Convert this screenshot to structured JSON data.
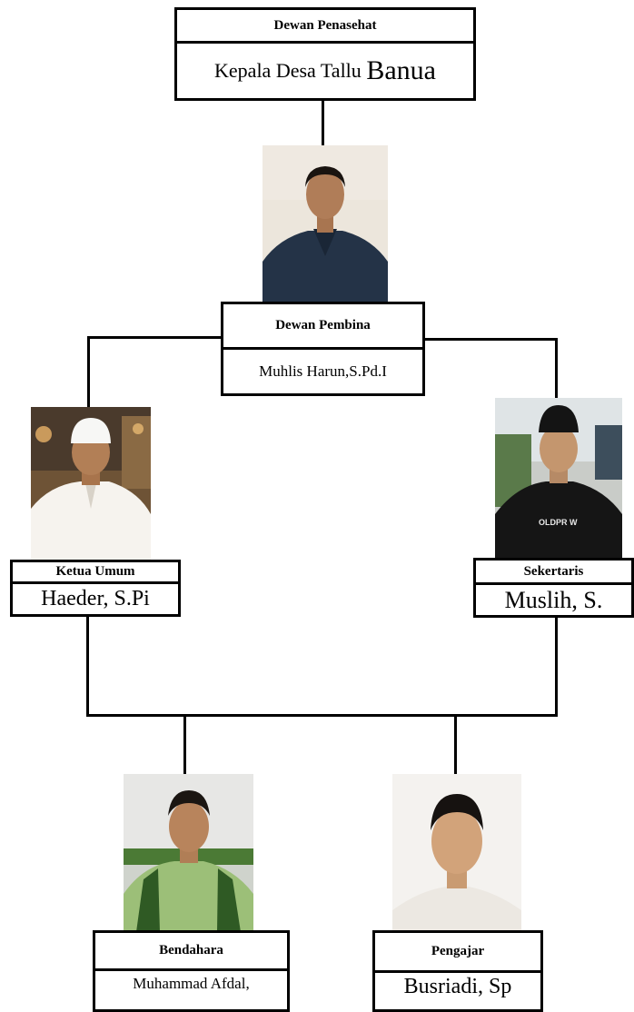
{
  "advisor": {
    "title": "Dewan Penasehat",
    "name_prefix": "Kepala Desa Tallu ",
    "name_emphasis": "Banua"
  },
  "patron": {
    "title": "Dewan Pembina",
    "name": "Muhlis Harun,S.Pd.I"
  },
  "chairman": {
    "title": "Ketua Umum",
    "name": "Haeder, S.Pi"
  },
  "secretary": {
    "title": "Sekertaris",
    "name": "Muslih, S."
  },
  "treasurer": {
    "title": "Bendahara",
    "name": "Muhammad Afdal,"
  },
  "teacher": {
    "title": "Pengajar",
    "name": "Busriadi, Sp"
  },
  "shirt_print": "OLDPR W"
}
